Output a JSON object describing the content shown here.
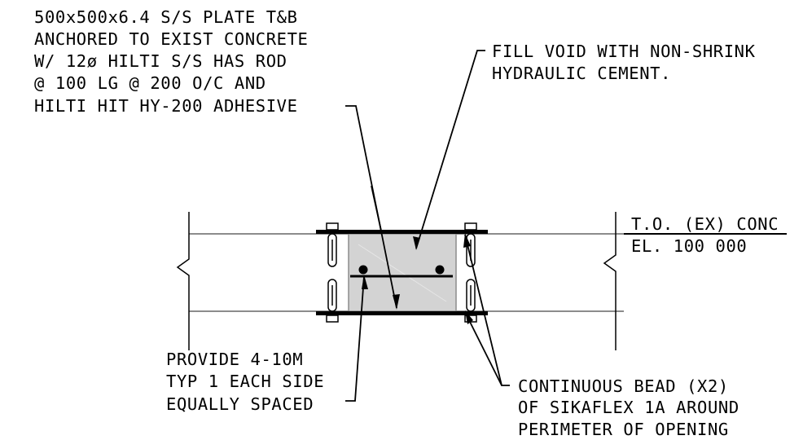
{
  "notes": {
    "plate": [
      "500x500x6.4 S/S PLATE T&B",
      "ANCHORED TO EXIST CONCRETE",
      "W/ 12ø HILTI S/S HAS ROD",
      "@ 100 LG @ 200 O/C AND",
      "HILTI HIT HY-200 ADHESIVE"
    ],
    "fill": [
      "FILL VOID WITH NON-SHRINK",
      "HYDRAULIC CEMENT."
    ],
    "elevation": [
      "T.O. (EX) CONC",
      "EL. 100 000"
    ],
    "rebar": [
      "PROVIDE 4-10M",
      "TYP 1 EACH SIDE",
      "EQUALLY SPACED"
    ],
    "bead": [
      "CONTINUOUS BEAD (X2)",
      "OF SIKAFLEX 1A AROUND",
      "PERIMETER OF OPENING"
    ]
  },
  "colors": {
    "line": "#000000",
    "slab": "#8c8c8c",
    "fill": "#d3d3d3"
  }
}
